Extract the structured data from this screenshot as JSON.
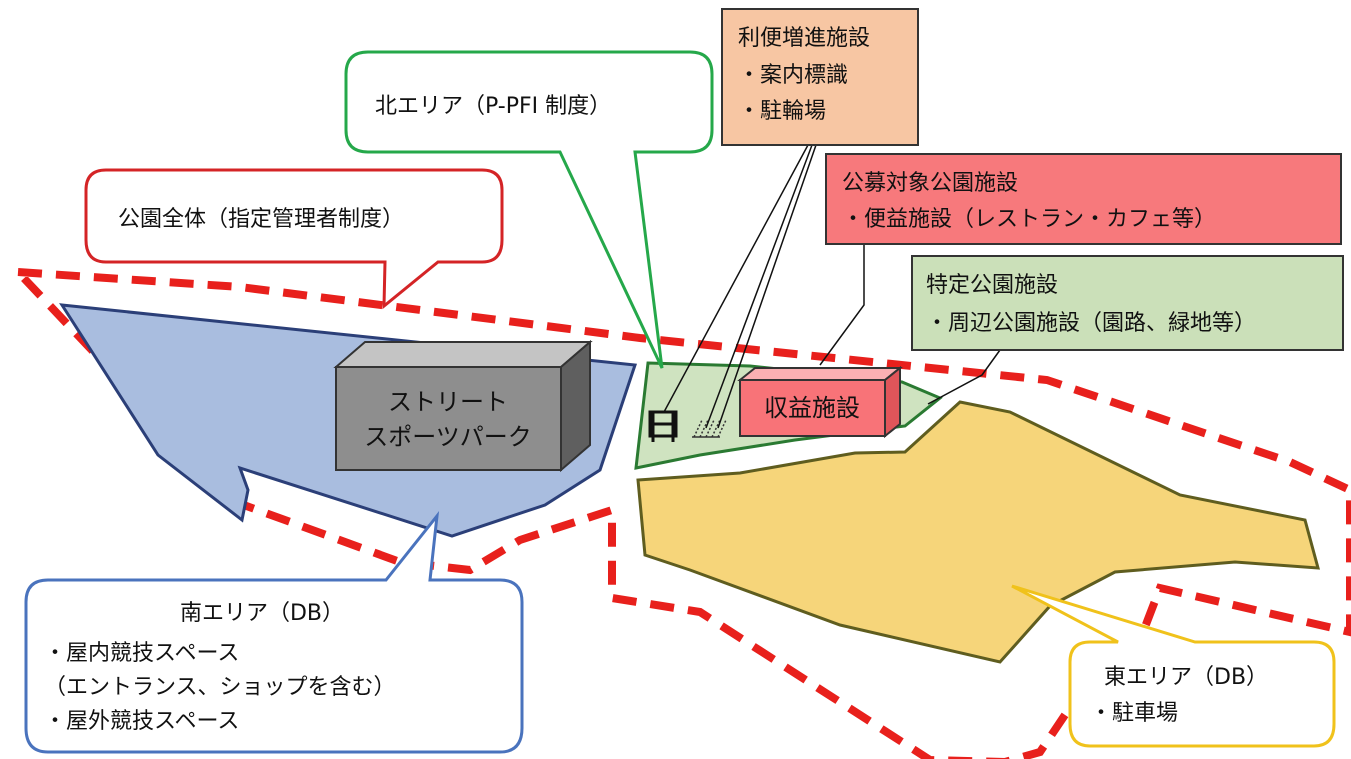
{
  "colors": {
    "boundary_red": "#e8201c",
    "south_blue": "#a9bddf",
    "south_border": "#2b3f78",
    "north_green": "#cfe3c0",
    "north_border": "#2a7a32",
    "east_yellow": "#f6d57a",
    "east_border": "#5f5d1f",
    "amenity_orange": "#f7c6a3",
    "public_red": "#f7797c",
    "specific_green": "#cbe0b9",
    "building_gray": "#8e8e8e",
    "revenue_red": "#f87378",
    "callout_red": "#d42426",
    "callout_green": "#25a84a",
    "callout_blue": "#4a73bd",
    "callout_yellow": "#f0c21b"
  },
  "labels": {
    "whole_park": "公園全体（指定管理者制度）",
    "north_area": "北エリア（P-PFI 制度）",
    "south_area": {
      "title": "南エリア（DB）",
      "line1": "・屋内競技スペース",
      "line2": "（エントランス、ショップを含む）",
      "line3": "・屋外競技スペース"
    },
    "east_area": {
      "title": "東エリア（DB）",
      "line1": "・駐車場"
    },
    "amenity_facilities": {
      "title": "利便増進施設",
      "line1": "・案内標識",
      "line2": "・駐輪場"
    },
    "public_offering_facilities": {
      "title": "公募対象公園施設",
      "line1": "・便益施設（レストラン・カフェ等）"
    },
    "specific_facilities": {
      "title": "特定公園施設",
      "line1": "・周辺公園施設（園路、緑地等）"
    },
    "street_sports_park": {
      "line1": "ストリート",
      "line2": "スポーツパーク"
    },
    "revenue_facility": "収益施設"
  },
  "icons": {
    "sign": "sign-board-icon",
    "bicycle_parking": "bicycle-parking-icon"
  }
}
